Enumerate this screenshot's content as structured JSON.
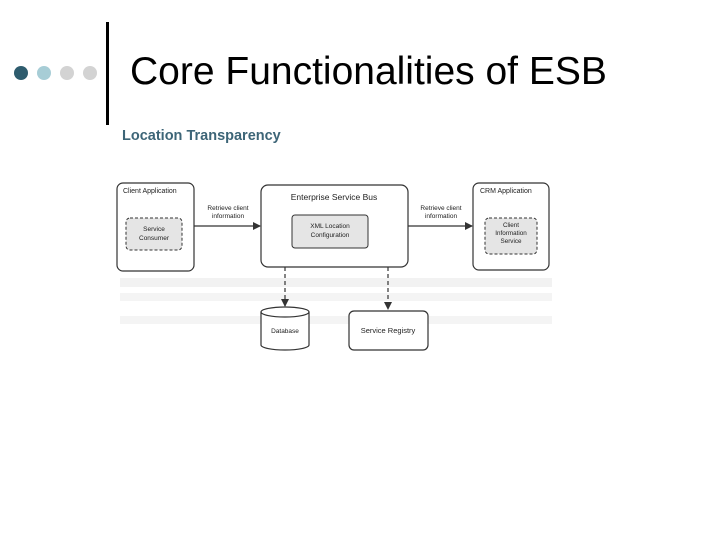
{
  "slide": {
    "title": "Core Functionalities of ESB",
    "subtitle": "Location Transparency"
  },
  "colors": {
    "dot_dark": "#2e5c6e",
    "dot_mid": "#a7cdd6",
    "dot_light": "#d3d3d3",
    "subtitle": "#3d6577"
  },
  "diagram": {
    "client_app": {
      "title": "Client Application",
      "inner": [
        "Service",
        "Consumer"
      ]
    },
    "arrow_left_label": [
      "Retrieve client",
      "information"
    ],
    "esb": {
      "title": "Enterprise Service Bus",
      "inner": [
        "XML Location",
        "Configuration"
      ]
    },
    "arrow_right_label": [
      "Retrieve client",
      "information"
    ],
    "crm_app": {
      "title": "CRM Application",
      "inner": [
        "Client",
        "Information",
        "Service"
      ]
    },
    "database": "Database",
    "service_registry": "Service Registry"
  }
}
